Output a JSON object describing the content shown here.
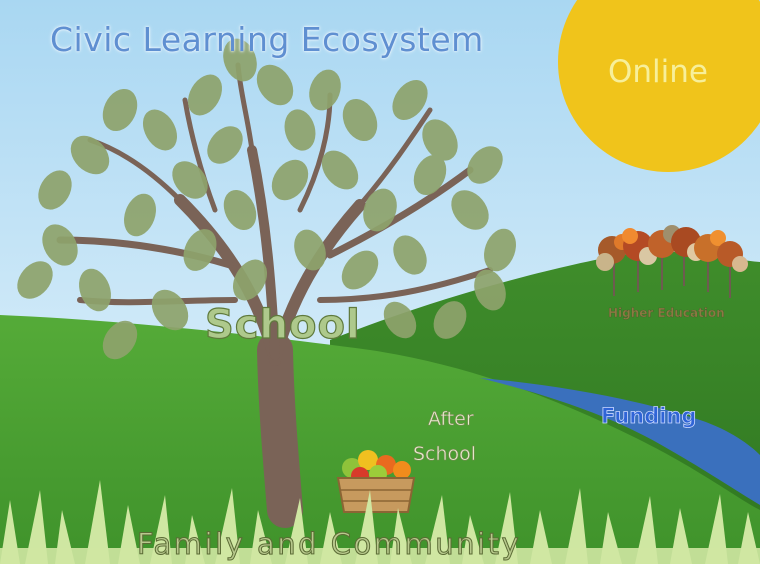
{
  "diagram": {
    "title": "Civic Learning Ecosystem",
    "sun_label": "Online",
    "tree_label": "School",
    "after_school_line1": "After",
    "after_school_line2": "School",
    "river_label": "Funding",
    "orchard_label": "Higher Education",
    "ground_label": "Family and Community"
  },
  "colors": {
    "sky_top": "#a9d7f2",
    "sky_bottom": "#def1fb",
    "sun": "#f0c41b",
    "hill_back": "#3d8a2a",
    "hill_front": "#4fa336",
    "river": "#3a70bd",
    "trunk": "#7a6357",
    "leaf": "#8ea36c"
  },
  "icons": [
    "sun-icon",
    "tree-icon",
    "orchard-icon",
    "fruit-basket-icon",
    "grass-icon",
    "river-icon"
  ]
}
